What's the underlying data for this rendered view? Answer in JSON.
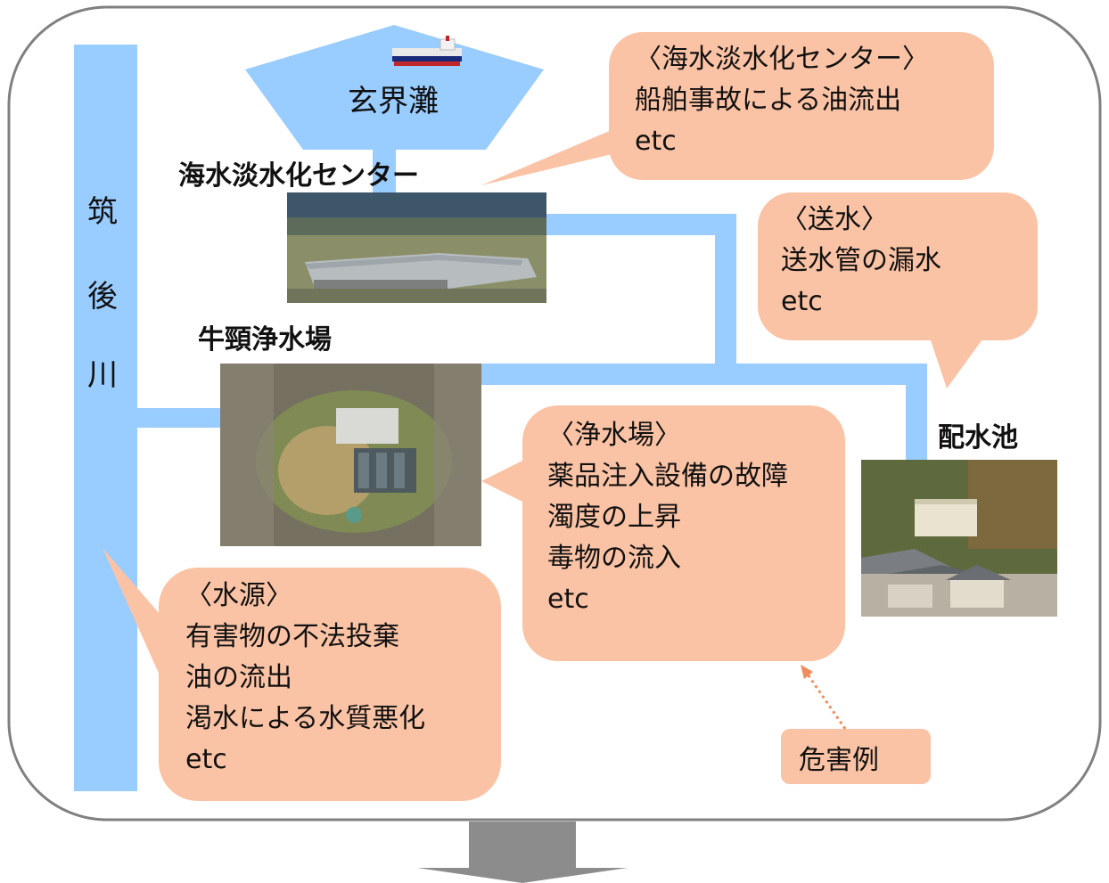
{
  "title_sea": "玄界灘",
  "river": {
    "chars": [
      "筑",
      "後",
      "川"
    ]
  },
  "facilities": {
    "desalination_label": "海水淡水化センター",
    "treatment_label": "牛頸浄水場",
    "reservoir_label": "配水池"
  },
  "bubbles": {
    "desalination": {
      "header": "〈海水淡水化センター〉",
      "lines": [
        "船舶事故による油流出",
        "etc"
      ]
    },
    "transmission": {
      "header": "〈送水〉",
      "lines": [
        "送水管の漏水",
        "etc"
      ]
    },
    "treatment": {
      "header": "〈浄水場〉",
      "lines": [
        "薬品注入設備の故障",
        "濁度の上昇",
        "毒物の流入",
        "etc"
      ]
    },
    "water_source": {
      "header": "〈水源〉",
      "lines": [
        "有害物の不法投棄",
        "油の流出",
        "渇水による水質悪化",
        "etc"
      ]
    }
  },
  "legend": {
    "label": "危害例"
  },
  "colors": {
    "water": "#99CCFF",
    "bubble": "#FBC3A5",
    "frame": "#808080",
    "arrow": "#8C8C8C",
    "dotted_arrow": "#F08B5A"
  }
}
